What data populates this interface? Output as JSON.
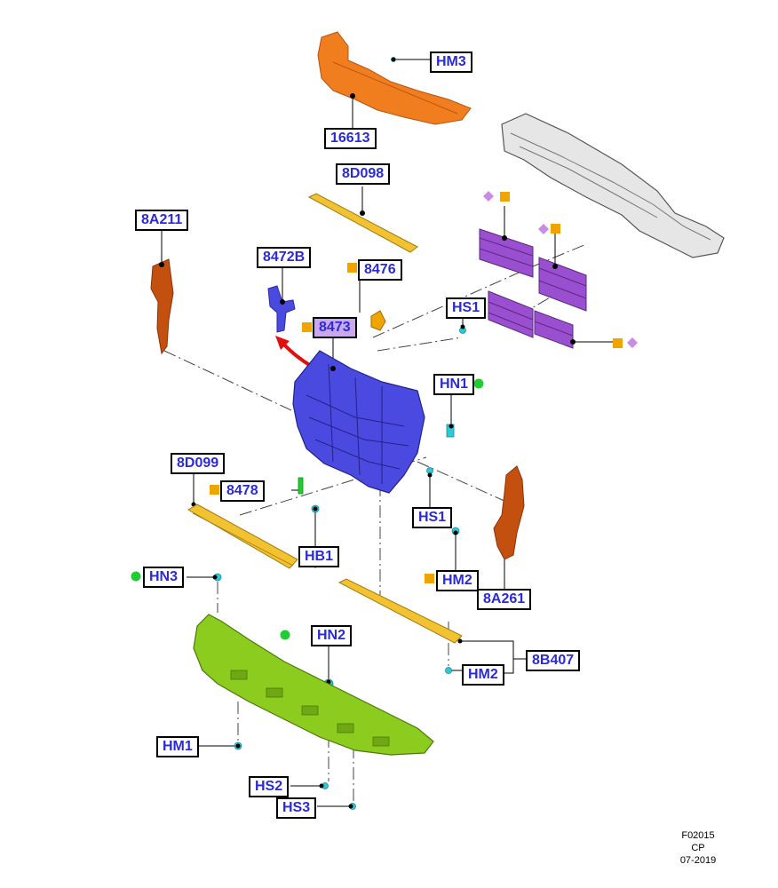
{
  "callouts": {
    "hm3": "HM3",
    "c16613": "16613",
    "c8d098": "8D098",
    "c8a211": "8A211",
    "c8472b": "8472B",
    "c8476": "8476",
    "c8473": "8473",
    "hs1_top": "HS1",
    "hn1": "HN1",
    "c8d099": "8D099",
    "c8478": "8478",
    "hs1_mid": "HS1",
    "hb1": "HB1",
    "hn3": "HN3",
    "hm2_mid": "HM2",
    "c8a261": "8A261",
    "hn2": "HN2",
    "c8b407": "8B407",
    "hm2_low": "HM2",
    "hm1": "HM1",
    "hs2": "HS2",
    "hs3": "HS3"
  },
  "footer": {
    "code": "F02015",
    "author": "CP",
    "date": "07-2019"
  },
  "colors": {
    "orange_bracket": "#f07d1e",
    "yellow_seal": "#f2c230",
    "blue_support": "#4a4ae0",
    "purple_shutter": "#9a4fd0",
    "brown_deflector": "#c4500f",
    "green_shield": "#8ccc1e",
    "cyan_fastener": "#2ec8d8",
    "red_arrow": "#e01010",
    "marker_orange": "#f0a400",
    "marker_purple": "#c98ae8",
    "marker_green": "#22cc33"
  }
}
